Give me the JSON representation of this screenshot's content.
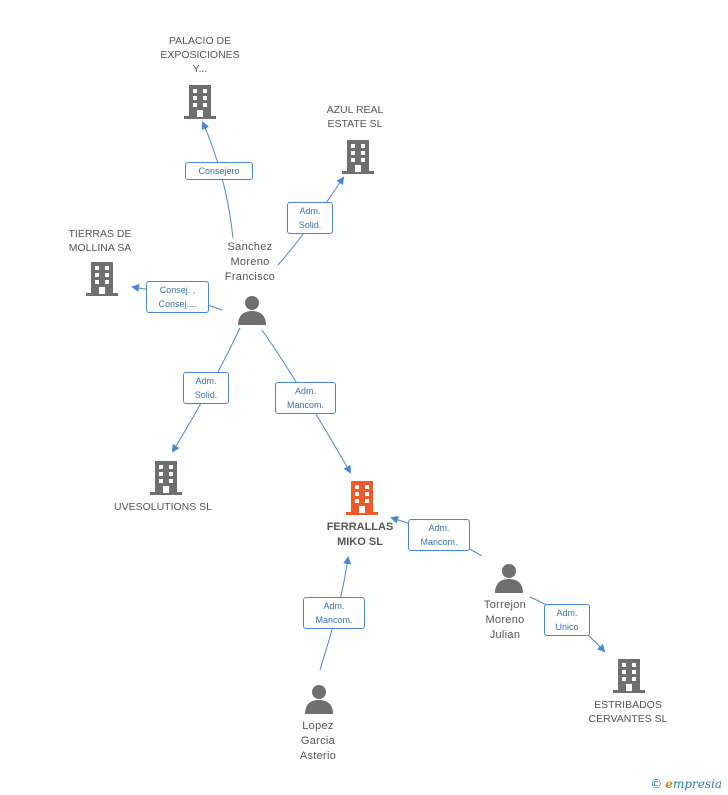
{
  "colors": {
    "edge": "#4a86d6",
    "company": "#6f6f6f",
    "center": "#f05a28",
    "person": "#6f6f6f"
  },
  "nodes": {
    "palacio": {
      "label": "PALACIO DE\nEXPOSICIONES\nY...",
      "icon": "building-icon"
    },
    "azul": {
      "label": "AZUL REAL\nESTATE SL",
      "icon": "building-icon"
    },
    "tierras": {
      "label": "TIERRAS DE\nMOLLINA SA",
      "icon": "building-icon"
    },
    "sanchez": {
      "label": "Sanchez\nMoreno\nFrancisco",
      "icon": "person-icon"
    },
    "uvesolutions": {
      "label": "UVESOLUTIONS SL",
      "icon": "building-icon"
    },
    "ferrallas": {
      "label": "FERRALLAS\nMIKO SL",
      "icon": "building-icon"
    },
    "torrejon": {
      "label": "Torrejon\nMoreno\nJulian",
      "icon": "person-icon"
    },
    "lopez": {
      "label": "Lopez\nGarcia\nAsterio",
      "icon": "person-icon"
    },
    "estribados": {
      "label": "ESTRIBADOS\nCERVANTES SL",
      "icon": "building-icon"
    }
  },
  "edges": {
    "consejero": "Consejero",
    "azul": "Adm.\nSolid.",
    "tierras": "Consej. ,\nConsej....",
    "uve": "Adm.\nSolid.",
    "ferr_sanchez": "Adm.\nMancom.",
    "ferr_torrejon": "Adm.\nMancom.",
    "ferr_lopez": "Adm.\nMancom.",
    "estribados": "Adm.\nUnico"
  },
  "footer": {
    "copyright": "©",
    "brand_initial": "e",
    "brand_rest": "mpresia"
  }
}
